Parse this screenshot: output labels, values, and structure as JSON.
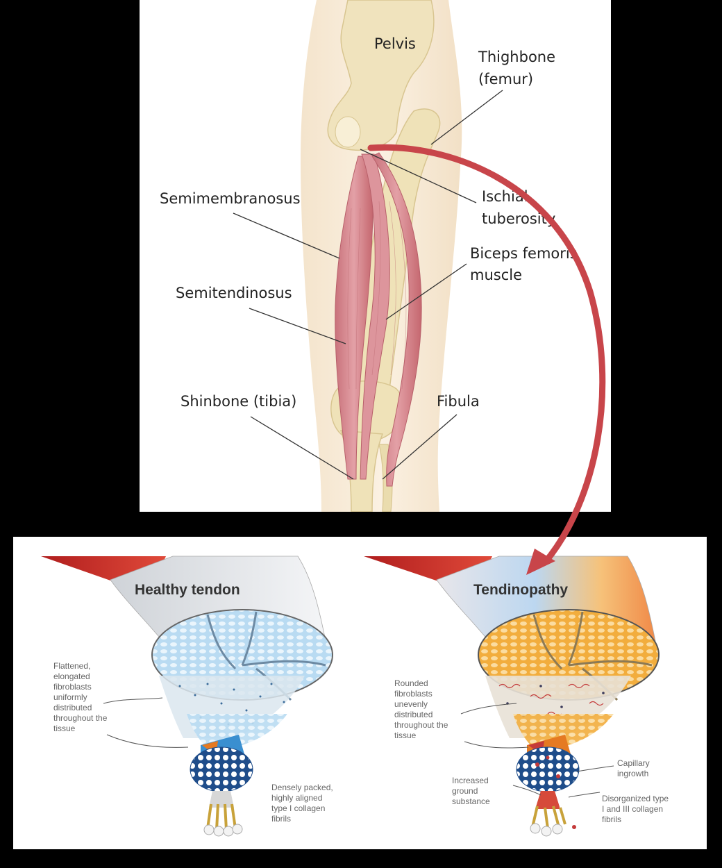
{
  "top_figure": {
    "labels": {
      "pelvis": "Pelvis",
      "thighbone_line1": "Thighbone",
      "thighbone_line2": "(femur)",
      "semimembranosus": "Semimembranosus",
      "ischial_line1": "Ischial",
      "ischial_line2": "tuberosity",
      "biceps_line1": "Biceps femoris",
      "biceps_line2": "muscle",
      "semitendinosus": "Semitendinosus",
      "shinbone": "Shinbone (tibia)",
      "fibula": "Fibula"
    }
  },
  "bottom_figure": {
    "healthy": {
      "title": "Healthy tendon",
      "fibroblast_note": [
        "Flattened,",
        "elongated",
        "fibroblasts",
        "uniformly",
        "distributed",
        "throughout the",
        "tissue"
      ],
      "collagen_note": [
        "Densely packed,",
        "highly aligned",
        "type I collagen",
        "fibrils"
      ]
    },
    "tendinopathy": {
      "title": "Tendinopathy",
      "fibroblast_note": [
        "Rounded",
        "fibroblasts",
        "unevenly",
        "distributed",
        "throughout the",
        "tissue"
      ],
      "capillary_note": [
        "Capillary",
        "ingrowth"
      ],
      "ground_note": [
        "Increased",
        "ground",
        "substance"
      ],
      "collagen_note": [
        "Disorganized type",
        "I and III collagen",
        "fibrils"
      ]
    }
  },
  "colors": {
    "arrow": "#c8454a",
    "muscle": "#d7868e",
    "bone": "#efe4bf",
    "healthy_fill": "#bcdcf2",
    "tendinopathy_fill": "#f4b347"
  }
}
